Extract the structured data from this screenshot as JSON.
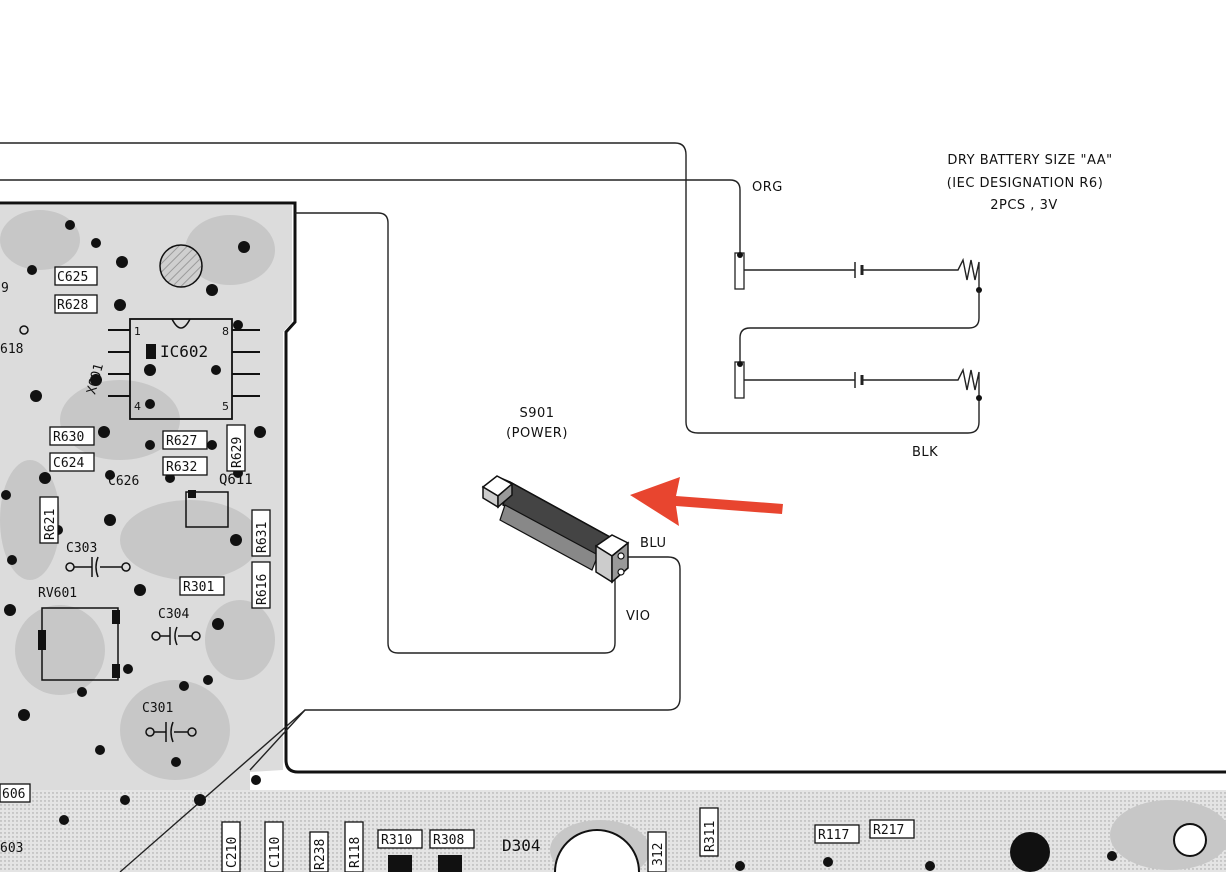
{
  "battery_note": {
    "line1": "DRY BATTERY SIZE \"AA\"",
    "line2": "(IEC DESIGNATION R6)",
    "line3": "2PCS , 3V"
  },
  "wires": {
    "org": "ORG",
    "blk": "BLK",
    "blu": "BLU",
    "vio": "VIO"
  },
  "switch": {
    "ref": "S901",
    "name": "(POWER)"
  },
  "colors": {
    "arrow": "#e8452f",
    "trace": "#222222",
    "pcb_shade": "#dcdcdc"
  },
  "pcb_labels": {
    "c625": "C625",
    "r628": "R628",
    "ic602": "IC602",
    "x601": "X601",
    "c618": "618",
    "r630": "R630",
    "c624": "C624",
    "r627": "R627",
    "r632": "R632",
    "r629": "R629",
    "c626": "C626",
    "q611": "Q611",
    "r621": "R621",
    "c303": "C303",
    "r631": "R631",
    "r301": "R301",
    "r616": "R616",
    "rv601": "RV601",
    "c304": "C304",
    "c301": "C301",
    "c606": "606",
    "c603": "603",
    "c210": "C210",
    "c110": "C110",
    "r238": "R238",
    "r118": "R118",
    "r310": "R310",
    "r308": "R308",
    "d304": "D304",
    "r312": "312",
    "r311": "R311",
    "r117": "R117",
    "r217": "R217",
    "r9": "9"
  },
  "ic_pins": {
    "p1": "1",
    "p8": "8",
    "p4": "4",
    "p5": "5"
  }
}
